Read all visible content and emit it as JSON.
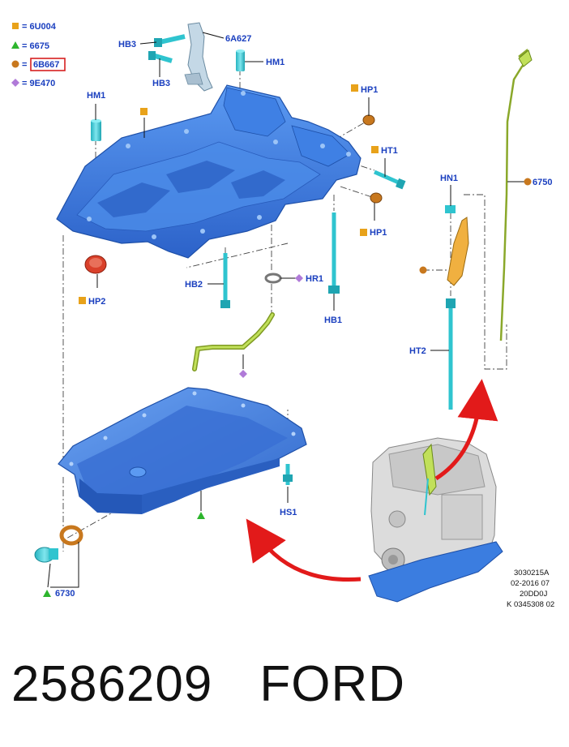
{
  "legend": [
    {
      "symbol": "square",
      "color": "#e8a21a",
      "code": "6U004"
    },
    {
      "symbol": "triangle",
      "color": "#2db52d",
      "code": "6675"
    },
    {
      "symbol": "circle",
      "color": "#c8781e",
      "code": "6B667",
      "highlighted": true
    },
    {
      "symbol": "diamond",
      "color": "#b07ad8",
      "code": "9E470"
    }
  ],
  "labels": {
    "hb3_a": "HB3",
    "hb3_b": "HB3",
    "p6a627": "6A627",
    "hm1_top": "HM1",
    "hm1_left": "HM1",
    "hp1_top": "HP1",
    "ht1": "HT1",
    "hp1_low": "HP1",
    "hp2": "HP2",
    "hb2": "HB2",
    "hr1": "HR1",
    "hb1": "HB1",
    "hn1": "HN1",
    "p6750": "6750",
    "ht2": "HT2",
    "hs1": "HS1",
    "p6730": "6730"
  },
  "reference": [
    "3030215A",
    "02-2016 07",
    "20DD0J",
    "K 0345308 02"
  ],
  "footer": {
    "part_number": "2586209",
    "brand": "FORD"
  },
  "colors": {
    "label_blue": "#1a3fbf",
    "part_blue": "#3b7de0",
    "fastener_cyan": "#2fc4cf",
    "seal_orange": "#c8781e",
    "hp2_red": "#d9402a",
    "tube_green": "#a3c83a",
    "arrow_red": "#e21a1a",
    "legend_box": "#d62020"
  }
}
